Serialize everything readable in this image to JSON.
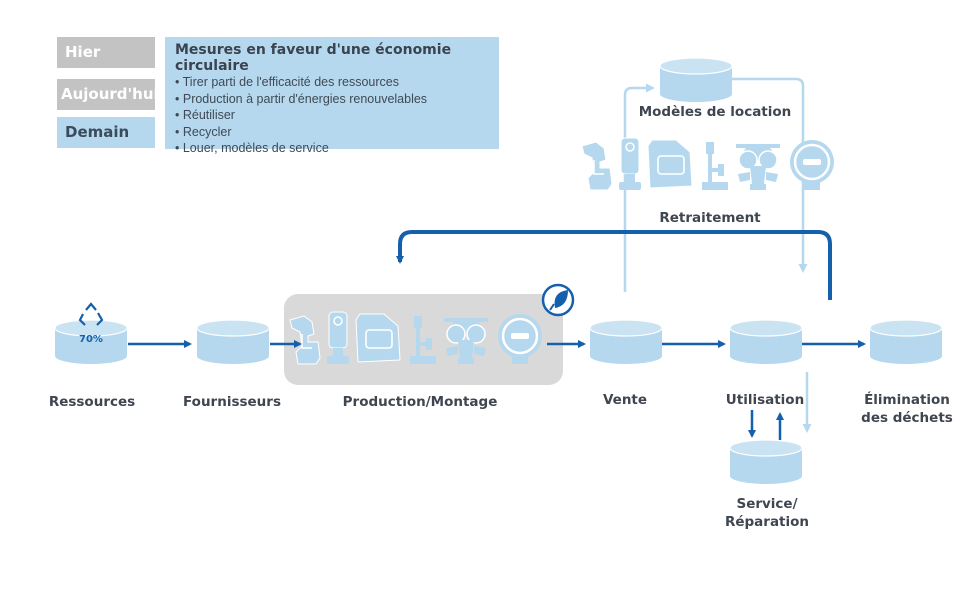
{
  "legend": {
    "tags": [
      {
        "label": "Hier",
        "style": "grey"
      },
      {
        "label": "Aujourd'hui",
        "style": "grey"
      },
      {
        "label": "Demain",
        "style": "blue"
      }
    ],
    "measures": {
      "title": "Mesures en faveur d'une économie circulaire",
      "items": [
        "Tirer parti de l'efficacité des ressources",
        " Production à partir d'énergies renouvelables",
        " Réutiliser",
        "Recycler",
        "Louer, modèles de service"
      ]
    }
  },
  "nodes": {
    "resources": {
      "label": "Ressources",
      "badge": "70%",
      "icon": "recycle-icon"
    },
    "suppliers": {
      "label": "Fournisseurs"
    },
    "production": {
      "label": "Production/Montage",
      "icon": "green-energy-leaf-plug-icon"
    },
    "sale": {
      "label": "Vente"
    },
    "usage": {
      "label": "Utilisation"
    },
    "disposal": {
      "label_line1": "Élimination",
      "label_line2": "des déchets"
    },
    "service": {
      "label_line1": "Service/",
      "label_line2": "Réparation"
    },
    "rental": {
      "label": "Modèles de location"
    },
    "reprocessing": {
      "label": "Retraitement"
    }
  },
  "products": [
    "microscope-icon",
    "camera-icon",
    "monitor-device-icon",
    "slit-lamp-icon",
    "respirator-mask-icon",
    "gauge-icon"
  ],
  "colors": {
    "dark_blue": "#1560ac",
    "light_blue": "#b5d8ee",
    "grey_box": "#d9d9d9",
    "text": "#3f4650"
  }
}
